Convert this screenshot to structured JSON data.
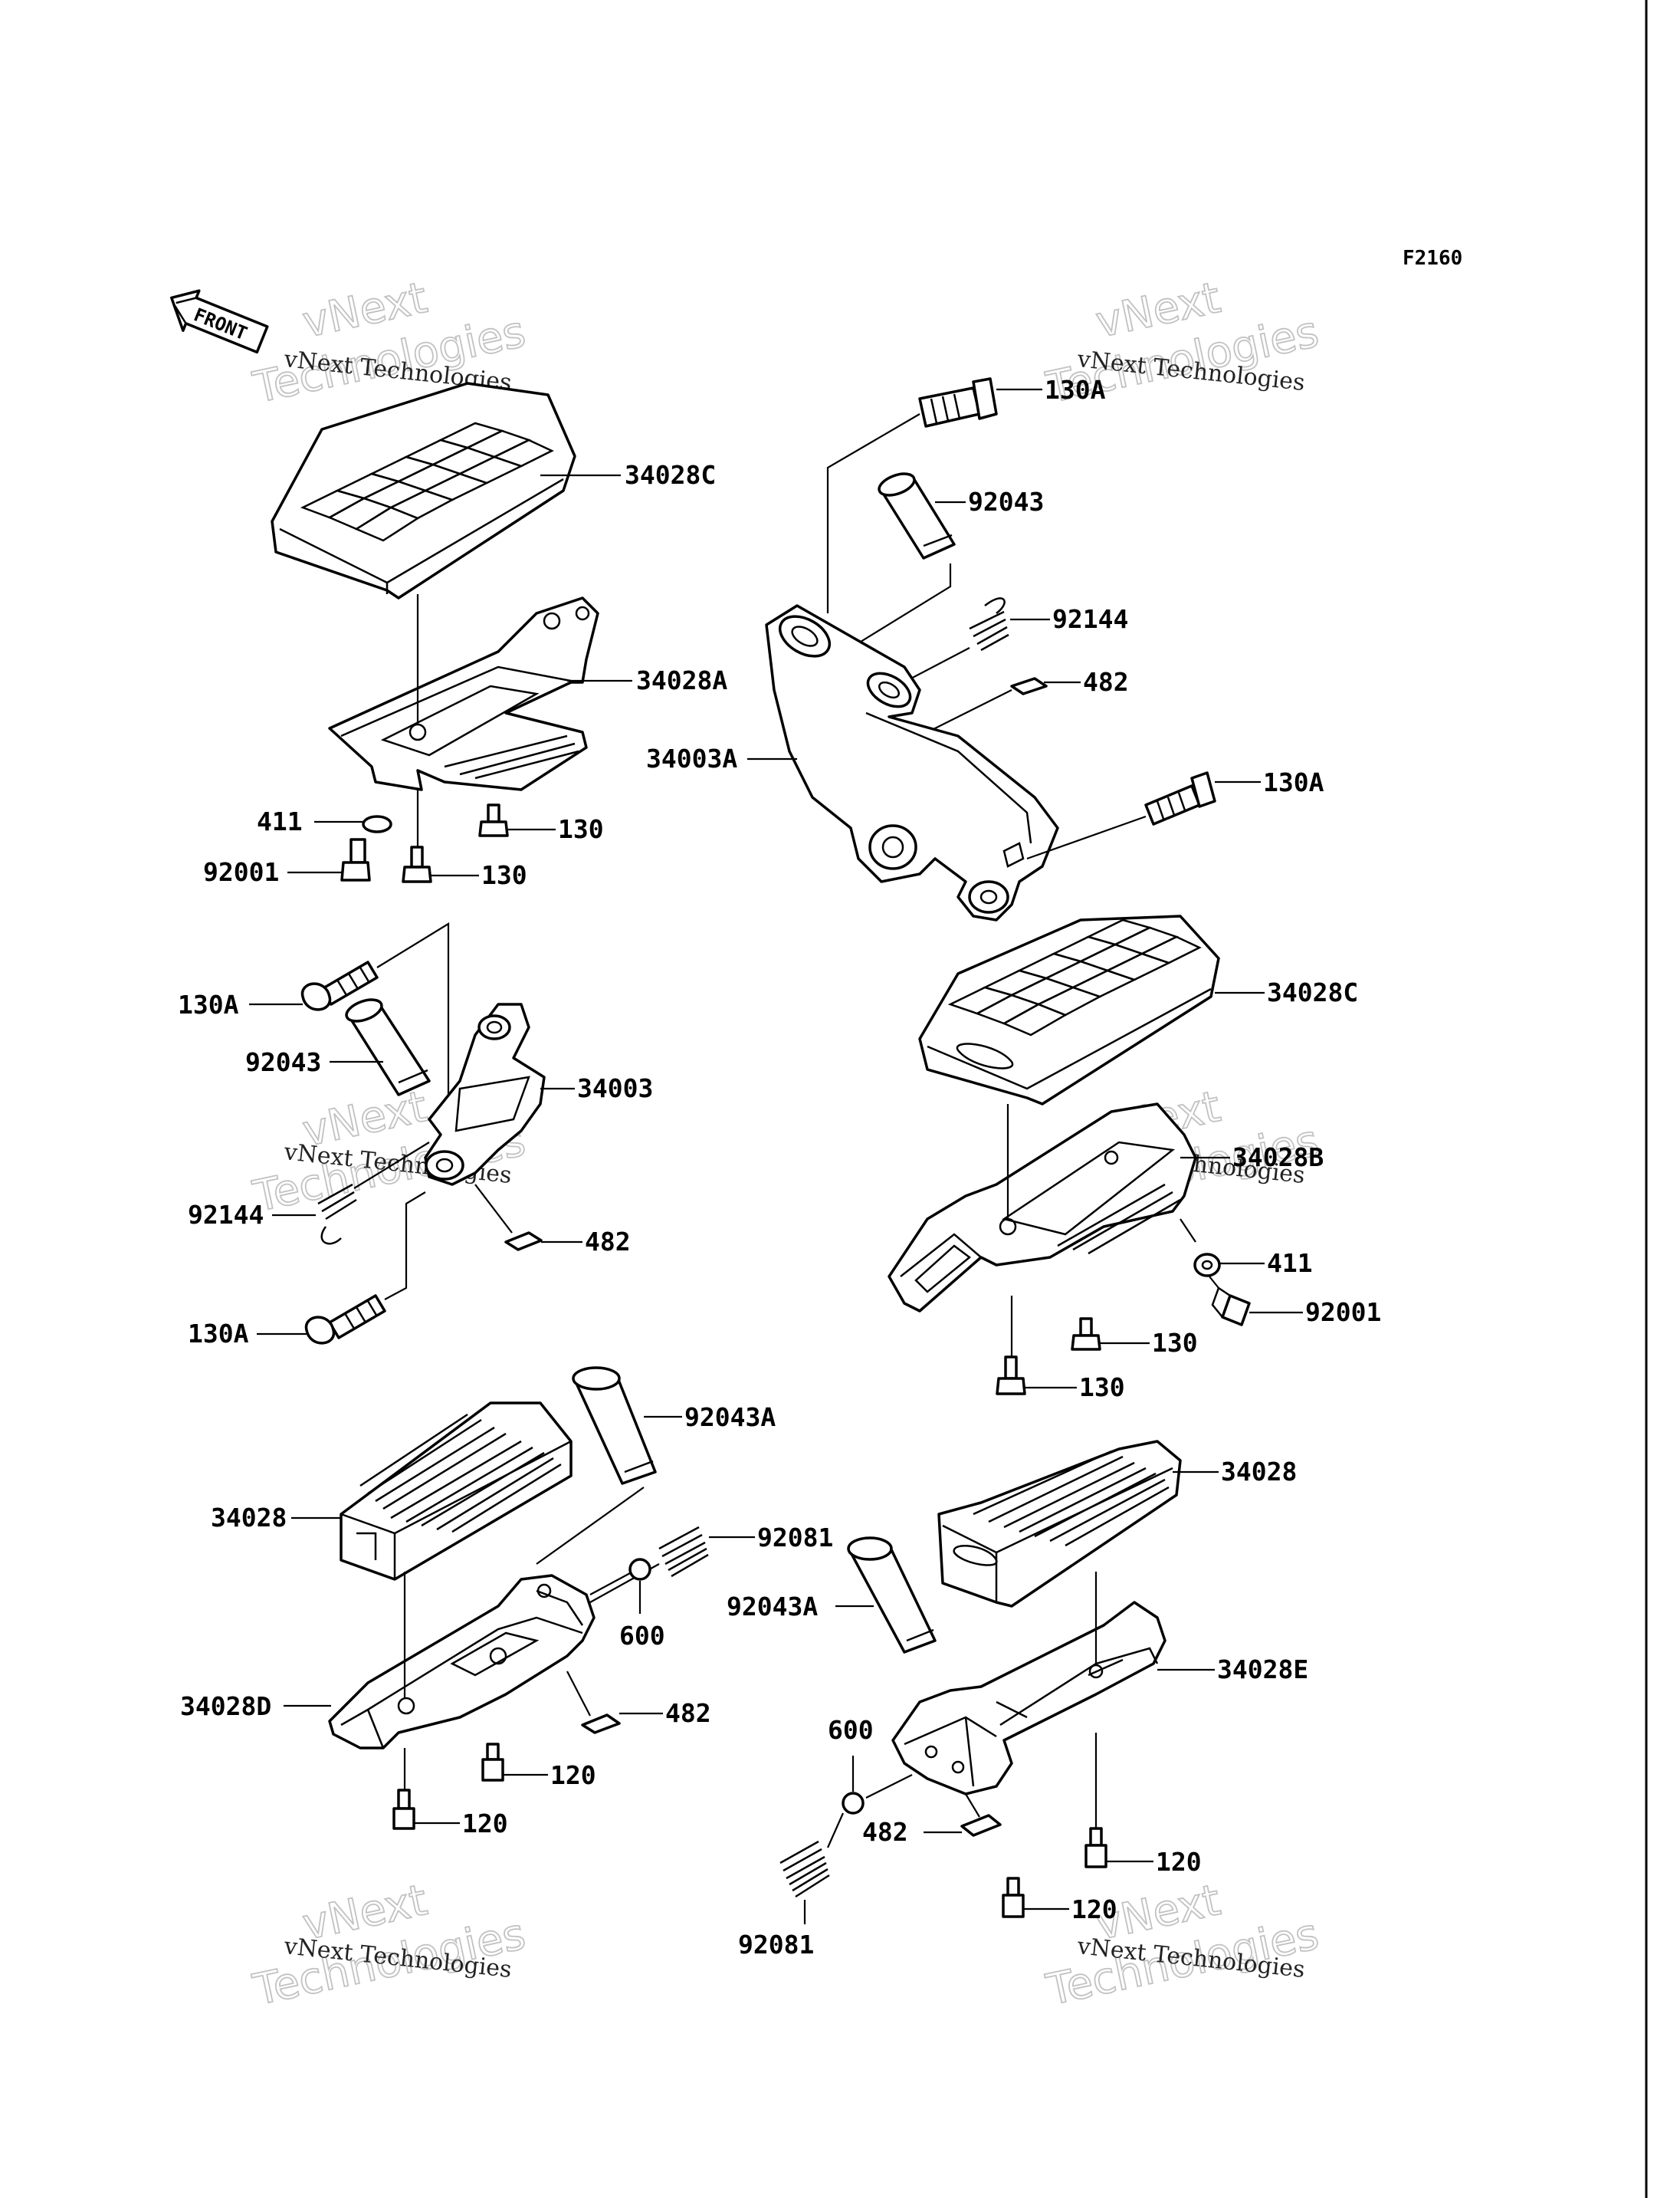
{
  "diagram_code": "F2160",
  "front_label": "FRONT",
  "watermarks": [
    {
      "big1": "vNext",
      "big2": "Technologies",
      "small": "vNext Technologies"
    },
    {
      "big1": "vNext",
      "big2": "Technologies",
      "small": "vNext Technologies"
    },
    {
      "big1": "vNext",
      "big2": "Technologies",
      "small": "vNext Technologies"
    },
    {
      "big1": "vNext",
      "big2": "Technologies",
      "small": "vNext Technologies"
    },
    {
      "big1": "vNext",
      "big2": "Technologies",
      "small": "vNext Technologies"
    },
    {
      "big1": "vNext",
      "big2": "Technologies",
      "small": "vNext Technologies"
    }
  ],
  "part_labels": {
    "l34028c_a": "34028C",
    "l34028a": "34028A",
    "l411_a": "411",
    "l130_a": "130",
    "l92001_a": "92001",
    "l130_b": "130",
    "l130a_1": "130A",
    "l92043_1": "92043",
    "l92144_1": "92144",
    "l482_1": "482",
    "l34003a": "34003A",
    "l130a_2": "130A",
    "l130a_3": "130A",
    "l92043_2": "92043",
    "l34003": "34003",
    "l92144_2": "92144",
    "l482_2": "482",
    "l130a_4": "130A",
    "l34028c_b": "34028C",
    "l34028b": "34028B",
    "l411_b": "411",
    "l92001_b": "92001",
    "l130_c": "130",
    "l130_d": "130",
    "l92043a_1": "92043A",
    "l34028_1": "34028",
    "l92081_1": "92081",
    "l600_1": "600",
    "l34028d": "34028D",
    "l482_3": "482",
    "l120_1": "120",
    "l120_2": "120",
    "l34028_2": "34028",
    "l92043a_2": "92043A",
    "l34028e": "34028E",
    "l600_2": "600",
    "l482_4": "482",
    "l120_3": "120",
    "l92081_2": "92081",
    "l120_4": "120"
  }
}
